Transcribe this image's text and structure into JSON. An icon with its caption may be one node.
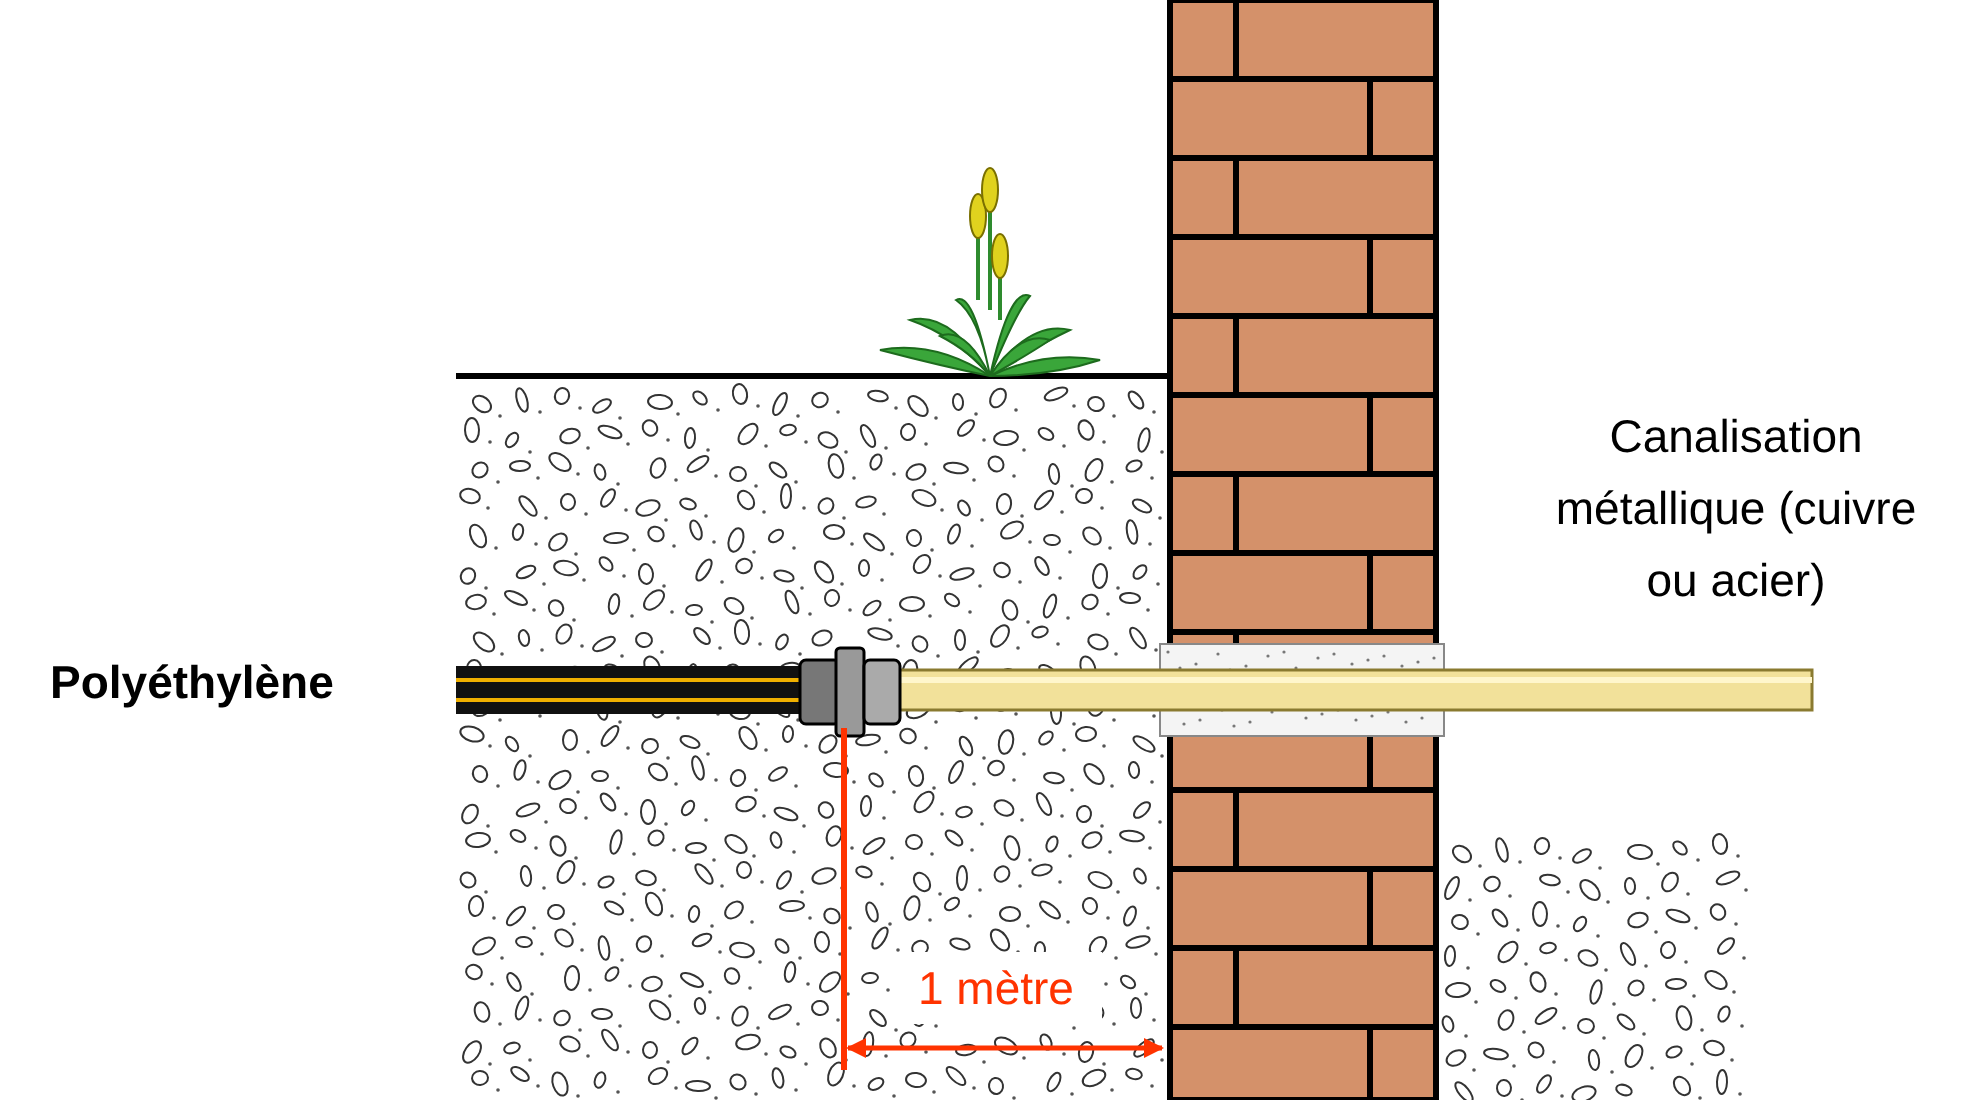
{
  "diagram": {
    "labels": [
      "Polyéthylène",
      "Canalisation métallique (cuivre ou acier)",
      "1 mètre"
    ]
  }
}
